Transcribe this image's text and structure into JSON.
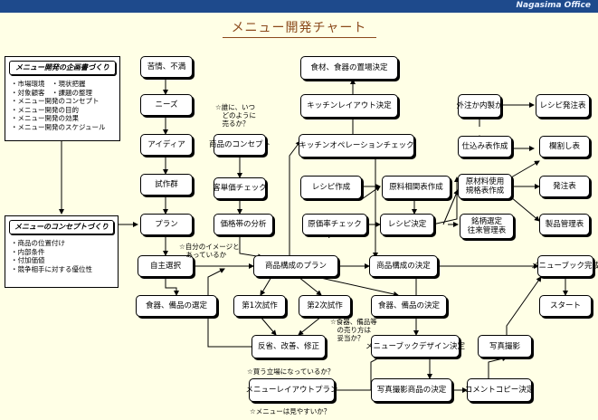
{
  "brand": "Nagasima Office",
  "title": "メニュー開発チャート",
  "panels": {
    "planning": {
      "title": "メニュー開発の企画書づくり",
      "items": [
        "・市場環境　・現状把握",
        "・対象顧客　・課題の整理",
        "・メニュー開発のコンセプト",
        "・メニュー開発の目的",
        "・メニュー開発の効果",
        "・メニュー開発のスケジュール"
      ]
    },
    "concept": {
      "title": "メニューのコンセプトづくり",
      "items": [
        "・商品の位置付け",
        "・内部条件",
        "・付加価値",
        "・競争相手に対する優位性"
      ]
    }
  },
  "nodes": {
    "complaints": "苦情、不満",
    "needs": "ニーズ",
    "idea": "アイディア",
    "trial_prep": "試作群",
    "plan": "プラン",
    "self_select": "自主選択",
    "tableware_select": "食器、備品の選定",
    "trial1": "第1次試作",
    "trial2": "第2次試作",
    "review": "反省、改善、修正",
    "menu_layout_plan": "メニューレイアウトプラン",
    "product_concept": "商品のコンセプト",
    "customer_price_check": "客単価チェック",
    "price_band": "価格帯の分析",
    "product_plan": "商品構成のプラン",
    "tableware_decide": "食器、備品の決定",
    "ingredient_layout": "食材、食器の置場決定",
    "kitchen_layout": "キッチンレイアウト決定",
    "kitchen_operation": "キッチンオペレーションチェック",
    "recipe_make": "レシピ作成",
    "cost_table": "原料相関表作成",
    "cost_rate_check": "原価率チェック",
    "recipe_decide": "レシピ決定",
    "product_decide": "商品構成の決定",
    "menubook_design": "メニューブックデザイン決定",
    "photo_product": "写真撮影商品の決定",
    "comment_copy": "コメントコピー決定",
    "photo_shoot": "写真撮影",
    "outsource": "外注か内製か",
    "recipe_order": "レシピ発注表",
    "prep_amount": "仕込み表作成",
    "prep_table": "欄割し表",
    "material_list": "原材料使用\n規格表作成",
    "order_table": "発注表",
    "inventory": "製品管理表",
    "maintenance": "銘柄選定\n往来管理表",
    "menubook_done": "メニューブック完成",
    "start": "スタート"
  },
  "notes": {
    "when": "☆誰に、いつ\n　どのように\n　売るか？",
    "image": "☆自分のイメージと\n　あっているか",
    "dish_ok": "☆食器、備品等\n　の売り方は\n　妥当か？",
    "buyer": "☆買う立場になっているか？",
    "easy": "☆メニューは見やすいか？"
  }
}
